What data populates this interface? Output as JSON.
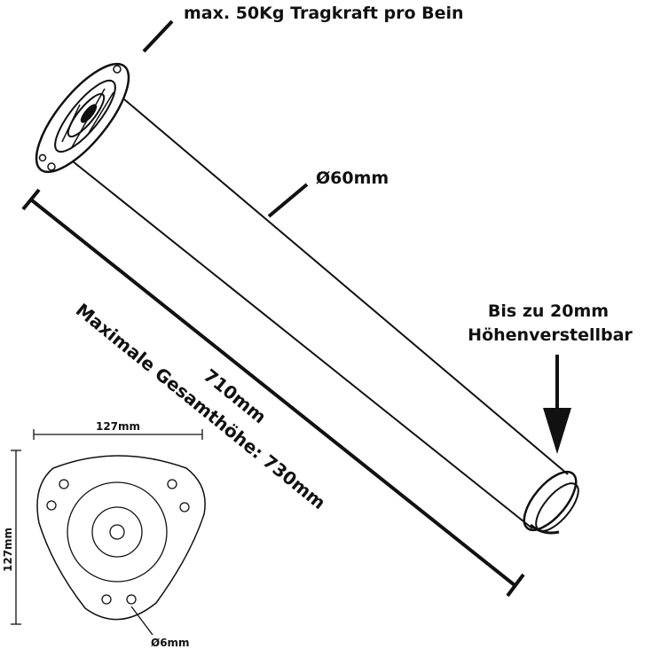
{
  "labels": {
    "load": "max. 50Kg Tragkraft pro Bein",
    "diameter": "Ø60mm",
    "adjust_line1": "Bis zu 20mm",
    "adjust_line2": "Höhenverstellbar",
    "length": "710mm",
    "total_height": "Maximale Gesamthöhe: 730mm",
    "plate_width": "127mm",
    "plate_height": "127mm",
    "hole_diameter": "Ø6mm"
  },
  "colors": {
    "line": "#111111",
    "background": "#ffffff"
  }
}
